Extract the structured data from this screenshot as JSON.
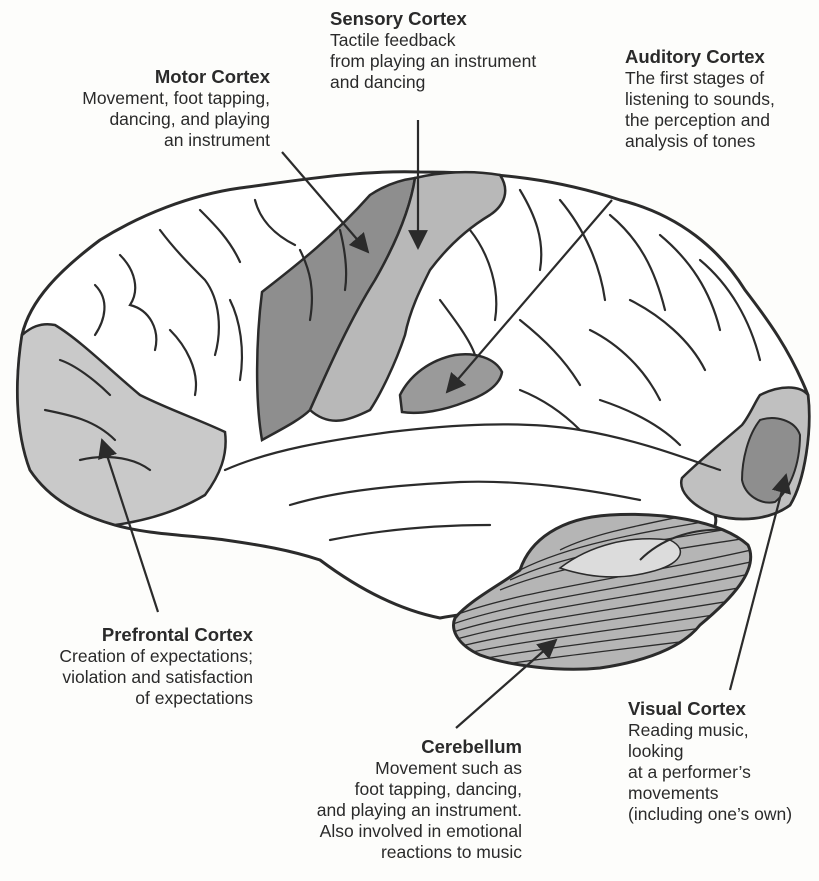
{
  "regions": {
    "sensory": {
      "title": "Sensory Cortex",
      "lines": [
        "Tactile feedback",
        "from playing an instrument",
        "and dancing"
      ]
    },
    "motor": {
      "title": "Motor Cortex",
      "lines": [
        "Movement, foot tapping,",
        "dancing, and playing",
        "an instrument"
      ]
    },
    "auditory": {
      "title": "Auditory Cortex",
      "lines": [
        "The first stages of",
        "listening to sounds,",
        "the perception and",
        "analysis of tones"
      ]
    },
    "prefrontal": {
      "title": "Prefrontal Cortex",
      "lines": [
        "Creation of expectations;",
        "violation and satisfaction",
        "of expectations"
      ]
    },
    "visual": {
      "title": "Visual Cortex",
      "lines": [
        "Reading music,",
        "looking",
        "at a performer’s",
        "movements",
        "(including one’s own)"
      ]
    },
    "cerebellum": {
      "title": "Cerebellum",
      "lines": [
        "Movement such as",
        "foot tapping, dancing,",
        "and playing an instrument.",
        "Also involved in emotional",
        "reactions to music"
      ]
    }
  },
  "colors": {
    "outline": "#2b2b2b",
    "brain_fill": "#ffffff",
    "light_region": "#c9c9c9",
    "dark_region": "#8e8e8e",
    "mid_region": "#a8a8a8",
    "background": "#fdfdfb"
  }
}
